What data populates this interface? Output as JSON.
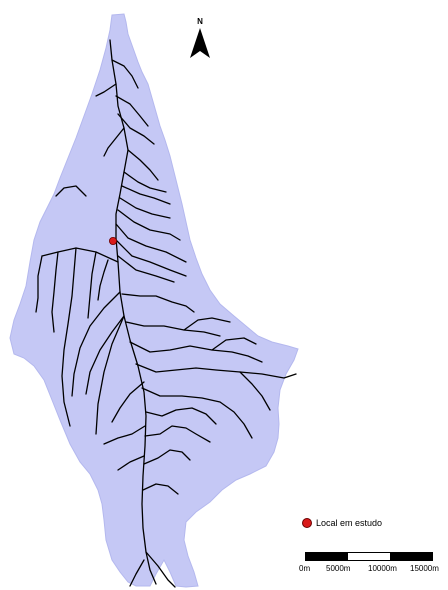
{
  "north_arrow": {
    "letter": "N"
  },
  "legend": {
    "marker_color": "#d91a1a",
    "label": "Local em estudo"
  },
  "scale_bar": {
    "labels": [
      "0m",
      "5000m",
      "10000m",
      "15000m"
    ]
  },
  "colors": {
    "watershed_fill": "#c5c8f5",
    "rivers": "#000000",
    "study_site": "#d91a1a"
  }
}
